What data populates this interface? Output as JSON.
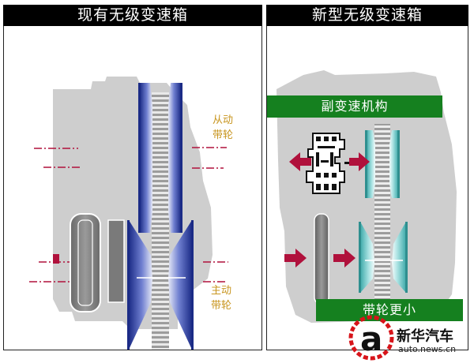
{
  "left_panel": {
    "title": "现有无级变速箱",
    "driven_pulley_label": [
      "从动",
      "带轮"
    ],
    "drive_pulley_label": [
      "主动",
      "带轮"
    ]
  },
  "right_panel": {
    "title": "新型无级变速箱",
    "sub_mechanism_label": "副变速机构",
    "smaller_pulley_label": "带轮更小"
  },
  "watermark": {
    "brand": "新华汽车",
    "url": "auto.news.cn",
    "logo_letter": "a"
  },
  "colors": {
    "header_bg": "#000000",
    "band_green": "#15801f",
    "label_gold": "#c8951e",
    "arrow_red": "#b0113c",
    "housing_grey": "#cfcfcf",
    "pulley_blue": "#2c3e9a",
    "pulley_teal": "#5fc0c0"
  }
}
